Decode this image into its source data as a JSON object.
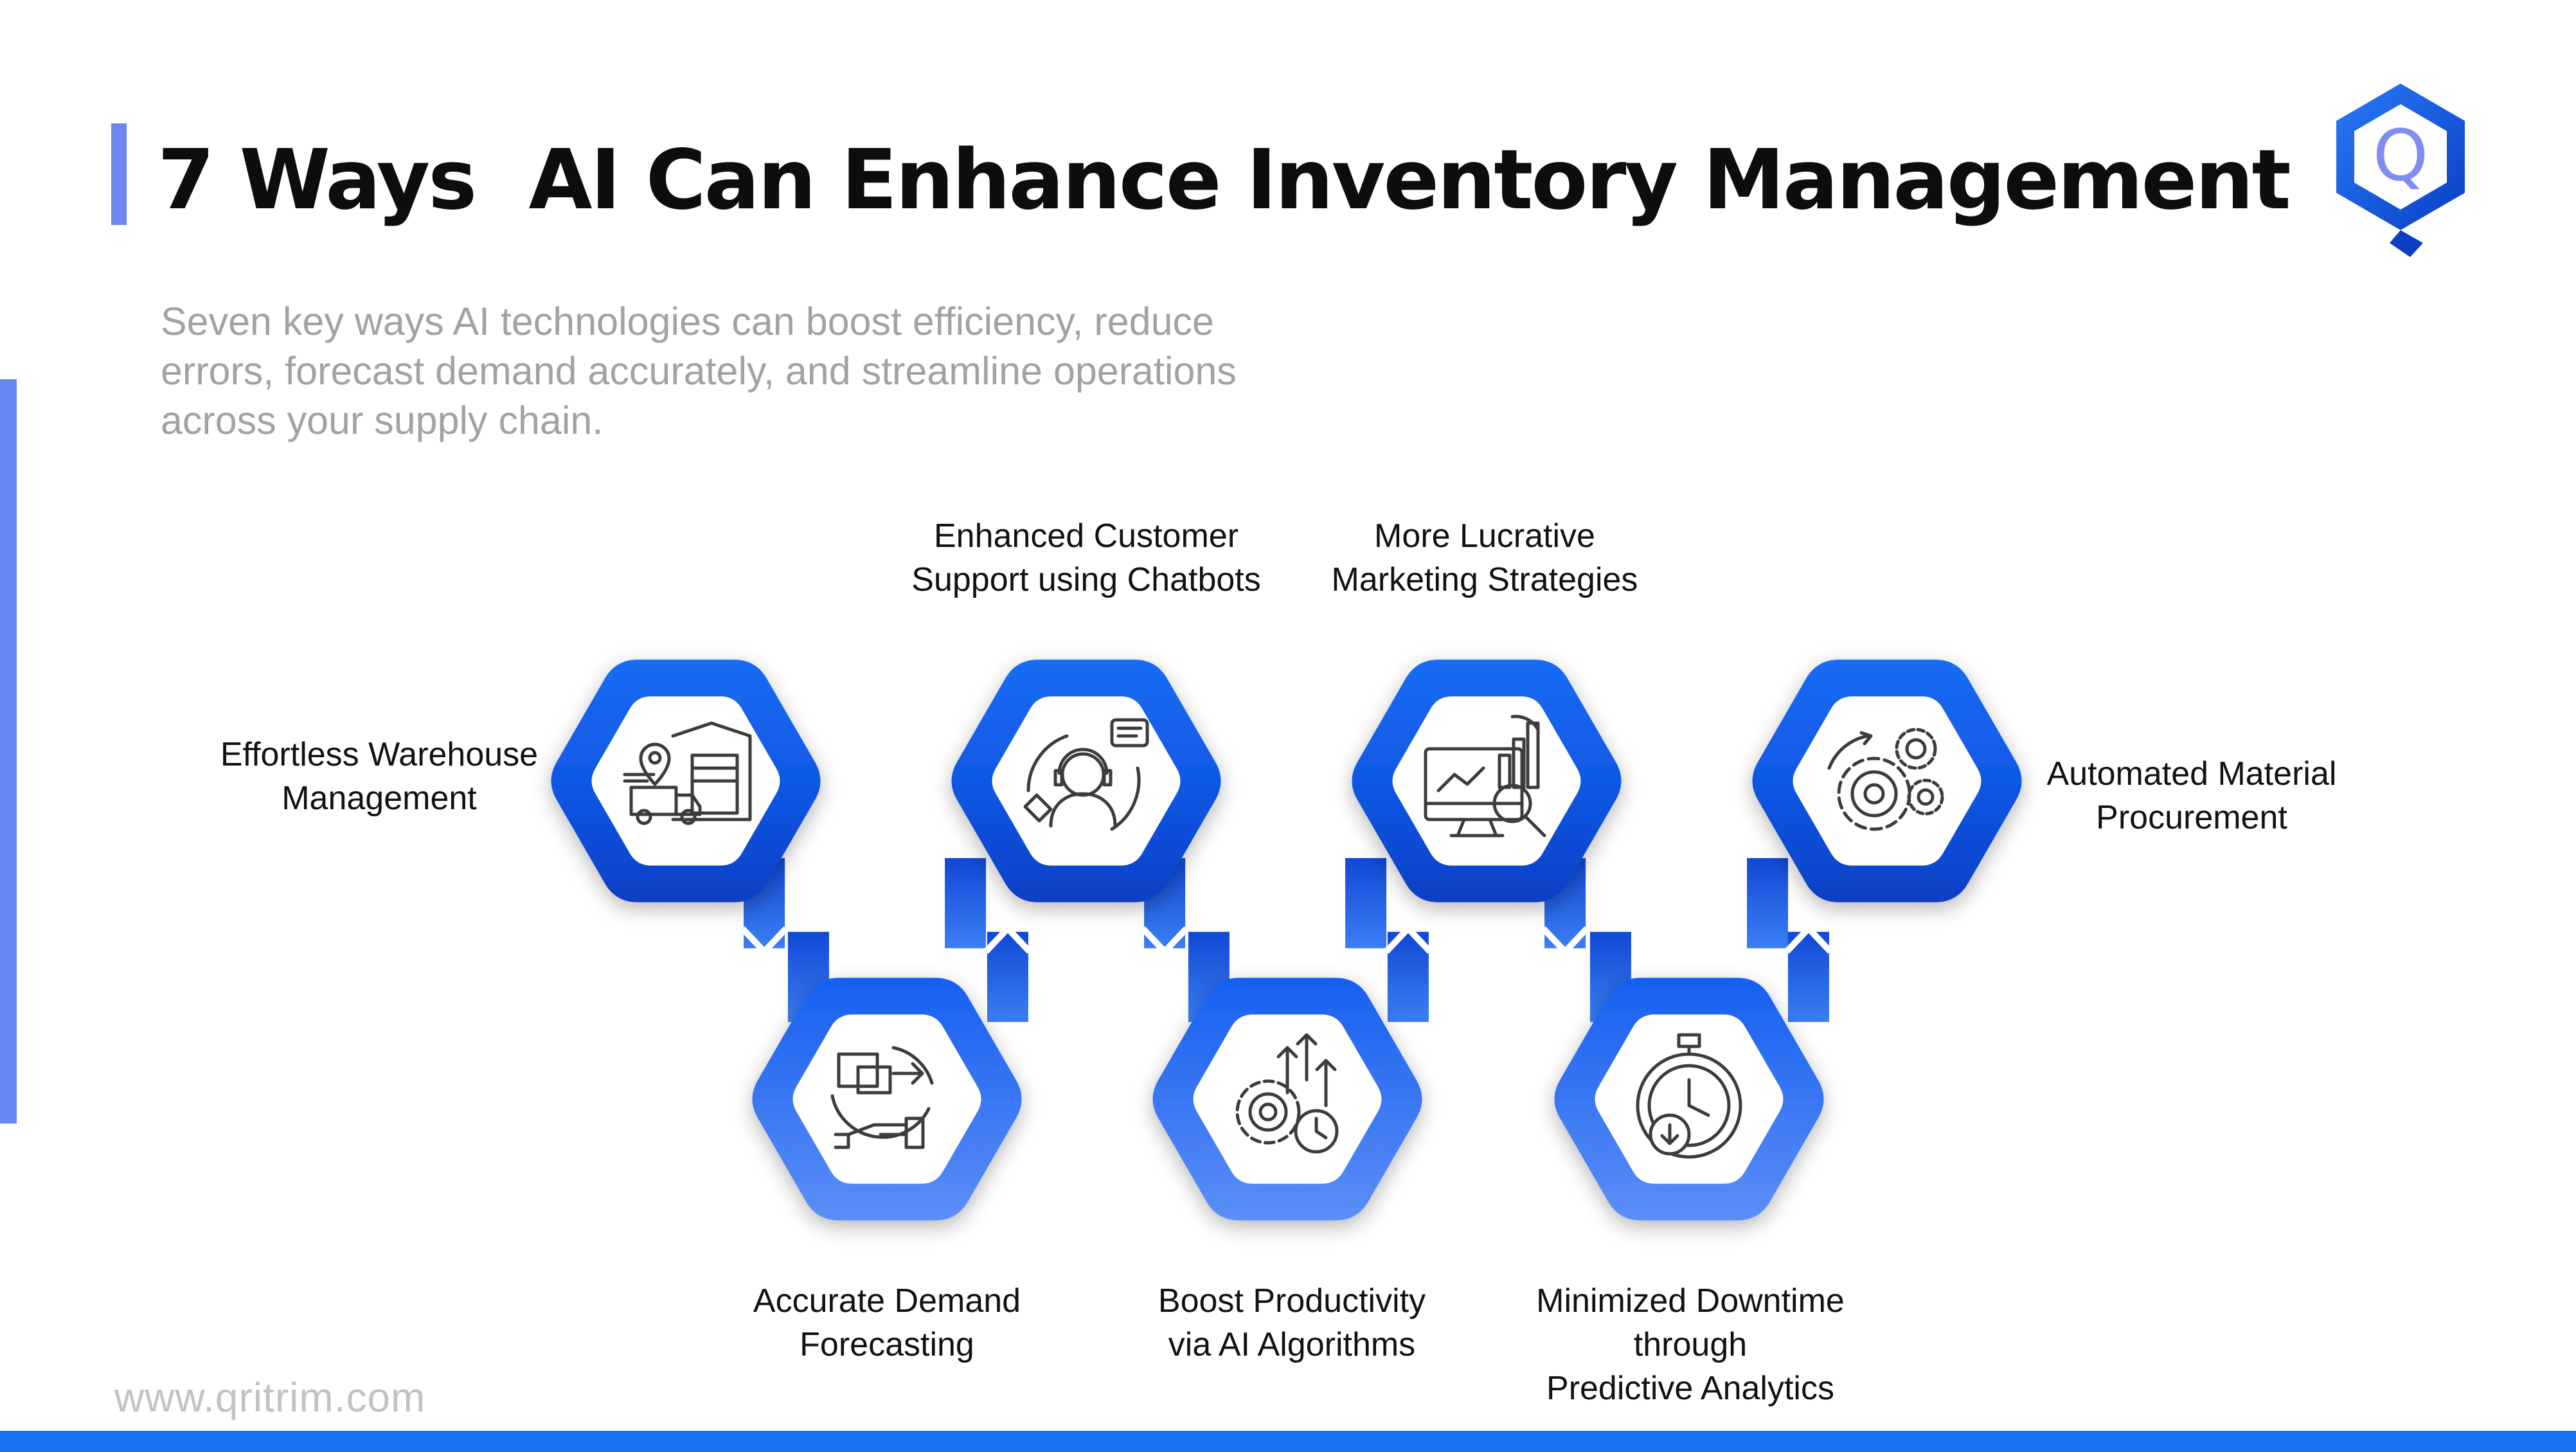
{
  "header": {
    "title": "7 Ways  AI Can Enhance Inventory Management",
    "subtitle": "Seven key ways AI technologies can boost efficiency, reduce errors, forecast demand accurately, and streamline operations across your supply chain."
  },
  "logo": {
    "letter": "Q",
    "icon": "qritrim-hexagon-logo"
  },
  "footer": {
    "website": "www.qritrim.com"
  },
  "colors": {
    "hex_dark": "#0a3fc4",
    "hex_mid": "#1565f0",
    "hex_light": "#4a86f6",
    "accent_bar": "#6c86f2",
    "bottom_bar": "#1a73f0",
    "icon_stroke": "#3c3c3c"
  },
  "steps": [
    {
      "label": "Effortless Warehouse\nManagement",
      "icon": "warehouse-truck-icon"
    },
    {
      "label": "Accurate Demand\nForecasting",
      "icon": "demand-forecast-icon"
    },
    {
      "label": "Enhanced Customer\nSupport using Chatbots",
      "icon": "chatbot-support-icon"
    },
    {
      "label": "Boost Productivity\nvia AI Algorithms",
      "icon": "productivity-gears-icon"
    },
    {
      "label": "More Lucrative\nMarketing Strategies",
      "icon": "marketing-analytics-icon"
    },
    {
      "label": "Minimized Downtime\nthrough\nPredictive Analytics",
      "icon": "stopwatch-icon"
    },
    {
      "label": "Automated Material\nProcurement",
      "icon": "gears-automation-icon"
    }
  ]
}
